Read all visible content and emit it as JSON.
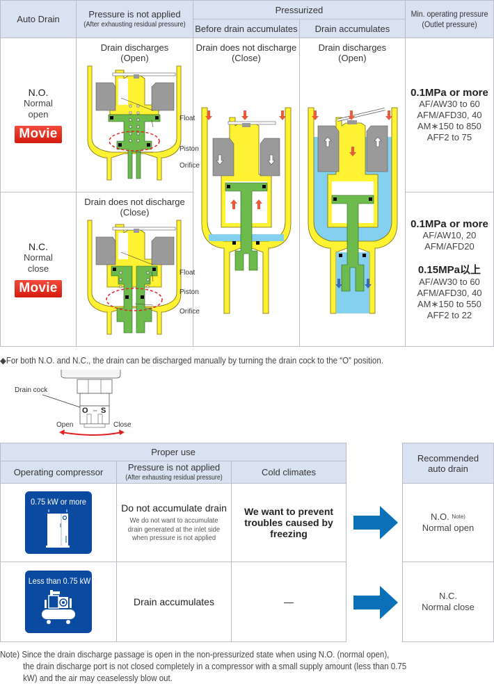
{
  "main_table": {
    "headers": {
      "auto_drain": "Auto Drain",
      "pressure_not_applied": "Pressure is not applied",
      "pressure_not_applied_sub": "(After exhausting residual pressure)",
      "pressurized": "Pressurized",
      "before_drain": "Before drain accumulates",
      "drain_accumulates": "Drain accumulates",
      "min_pressure": "Min. operating pressure",
      "min_pressure_sub": "(Outlet pressure)"
    },
    "rows": [
      {
        "code": "N.O.",
        "name_line1": "Normal",
        "name_line2": "open",
        "movie_label": "Movie",
        "not_applied_caption1": "Drain discharges",
        "not_applied_caption2": "(Open)",
        "labels": {
          "float": "Float",
          "piston": "Piston",
          "orifice": "Orifice"
        },
        "pressure_groups": [
          {
            "title": "0.1MPa or more",
            "models": [
              "AF/AW30 to 60",
              "AFM/AFD30, 40",
              "AM∗150 to 850",
              "AFF2 to 75"
            ]
          }
        ]
      },
      {
        "code": "N.C.",
        "name_line1": "Normal",
        "name_line2": "close",
        "movie_label": "Movie",
        "not_applied_caption1": "Drain does not discharge",
        "not_applied_caption2": "(Close)",
        "labels": {
          "float": "Float",
          "piston": "Piston",
          "orifice": "Orifice"
        },
        "pressure_groups": [
          {
            "title": "0.1MPa or more",
            "models": [
              "AF/AW10, 20",
              "AFM/AFD20"
            ]
          },
          {
            "title": "0.15MPa以上",
            "models": [
              "AF/AW30 to 60",
              "AFM/AFD30, 40",
              "AM∗150 to 550",
              "AFF2 to 22"
            ]
          }
        ]
      }
    ],
    "pressurized_before_caption1": "Drain does not discharge",
    "pressurized_before_caption2": "(Close)",
    "pressurized_accum_caption1": "Drain discharges",
    "pressurized_accum_caption2": "(Open)"
  },
  "manual_note": "◆For both N.O. and N.C., the drain can be discharged manually by turning the drain cock to the “O” position.",
  "drain_cock": {
    "label": "Drain cock",
    "o_mark": "O",
    "s_mark": "S",
    "open": "Open",
    "close": "Close"
  },
  "proper_use": {
    "title": "Proper use",
    "headers": {
      "compressor": "Operating compressor",
      "not_applied": "Pressure is not applied",
      "not_applied_sub": "(After exhausting residual pressure)",
      "cold": "Cold climates"
    },
    "rows": [
      {
        "icon_label": "0.75 kW or more",
        "not_applied_main": "Do not accumulate drain",
        "not_applied_desc": "We do not want to accumulate drain generated at the inlet side when pressure is not applied",
        "cold": "We want to prevent troubles caused by freezing"
      },
      {
        "icon_label": "Less than 0.75 kW",
        "not_applied_main": "Drain accumulates",
        "not_applied_desc": "",
        "cold": "—"
      }
    ]
  },
  "recommended": {
    "header_line1": "Recommended",
    "header_line2": "auto drain",
    "rows": [
      {
        "code": "N.O.",
        "note_mark": "Note)",
        "name": "Normal open"
      },
      {
        "code": "N.C.",
        "note_mark": "",
        "name": "Normal close"
      }
    ]
  },
  "footnote": {
    "line1": "Note) Since the drain discharge passage is open in the non-pressurized state when using N.O. (normal open),",
    "line2": "the drain discharge port is not closed completely in a compressor with a small supply amount (less than 0.75",
    "line3": "kW) and the air may ceaselessly blow out."
  },
  "colors": {
    "header_bg": "#d9e2f2",
    "movie_red": "#e0281a",
    "icon_blue": "#0a4aa0",
    "arrow_blue": "#0a70b8",
    "body_yellow": "#fff233",
    "piston_green": "#6cbb4c",
    "water_blue": "#84d0ef",
    "float_gray": "#9a9a9a"
  }
}
